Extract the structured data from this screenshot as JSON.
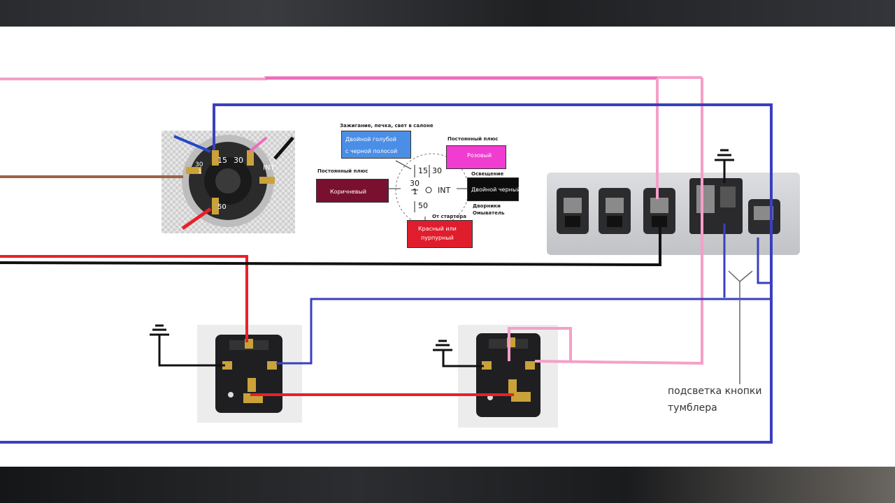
{
  "ignition_photo": {
    "terminals": [
      "15",
      "30",
      "30",
      "1",
      "INT",
      "50"
    ]
  },
  "legend": {
    "caption_ignition": "Зажигание, печка, свет в салоне",
    "callout_blue": [
      "Двойной голубой",
      "с черной полосой"
    ],
    "caption_const_left": "Постоянный плюс",
    "callout_brown": "Коричневый",
    "caption_const_right": "Постоянный плюс",
    "callout_pink": "Розовый",
    "caption_light": "Освещение",
    "callout_black": "Двойной черный",
    "caption_wipers": [
      "Дворники",
      "Омыватель"
    ],
    "caption_starter": "От стартера",
    "callout_red": [
      "Красный или",
      "пурпурный"
    ],
    "terminals": [
      "15",
      "30",
      "30",
      "1",
      "INT",
      "50"
    ]
  },
  "annotation": {
    "line1": "подсветка кнопки",
    "line2": "тумблера"
  },
  "colors": {
    "pink": "#f4a0c8",
    "pink_hot": "#ee6cbe",
    "blue": "#3a3fbf",
    "red": "#e8202a",
    "black": "#111111",
    "brown": "#9a6446",
    "callout_blue": "#4b8ee6",
    "callout_brown": "#7a1030",
    "callout_pink": "#f03cd0",
    "callout_black": "#0c0c0c",
    "callout_red": "#e01d2c"
  },
  "icons": [
    "ground-icon",
    "arrow-icon",
    "relay-icon",
    "toggle-switch-icon"
  ]
}
